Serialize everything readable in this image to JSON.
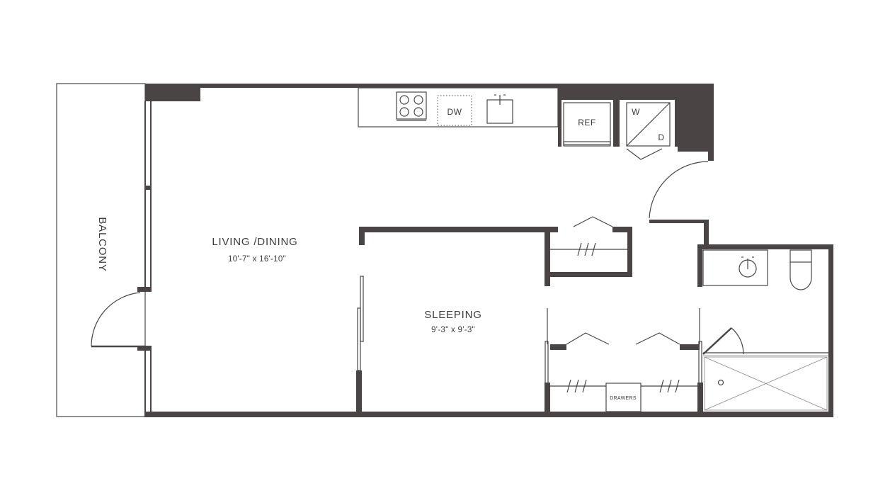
{
  "rooms": {
    "living": {
      "name": "LIVING /DINING",
      "dims": "10'-7\" x 16'-10\""
    },
    "sleeping": {
      "name": "SLEEPING",
      "dims": "9'-3\" x 9'-3\""
    },
    "balcony": {
      "name": "BALCONY"
    }
  },
  "fixtures": {
    "dishwasher": "DW",
    "refrigerator": "REF",
    "washer": "W",
    "dryer": "D",
    "drawers": "DRAWERS"
  },
  "colors": {
    "wall": "#4a4544",
    "line": "#4a4544",
    "background": "#ffffff"
  }
}
